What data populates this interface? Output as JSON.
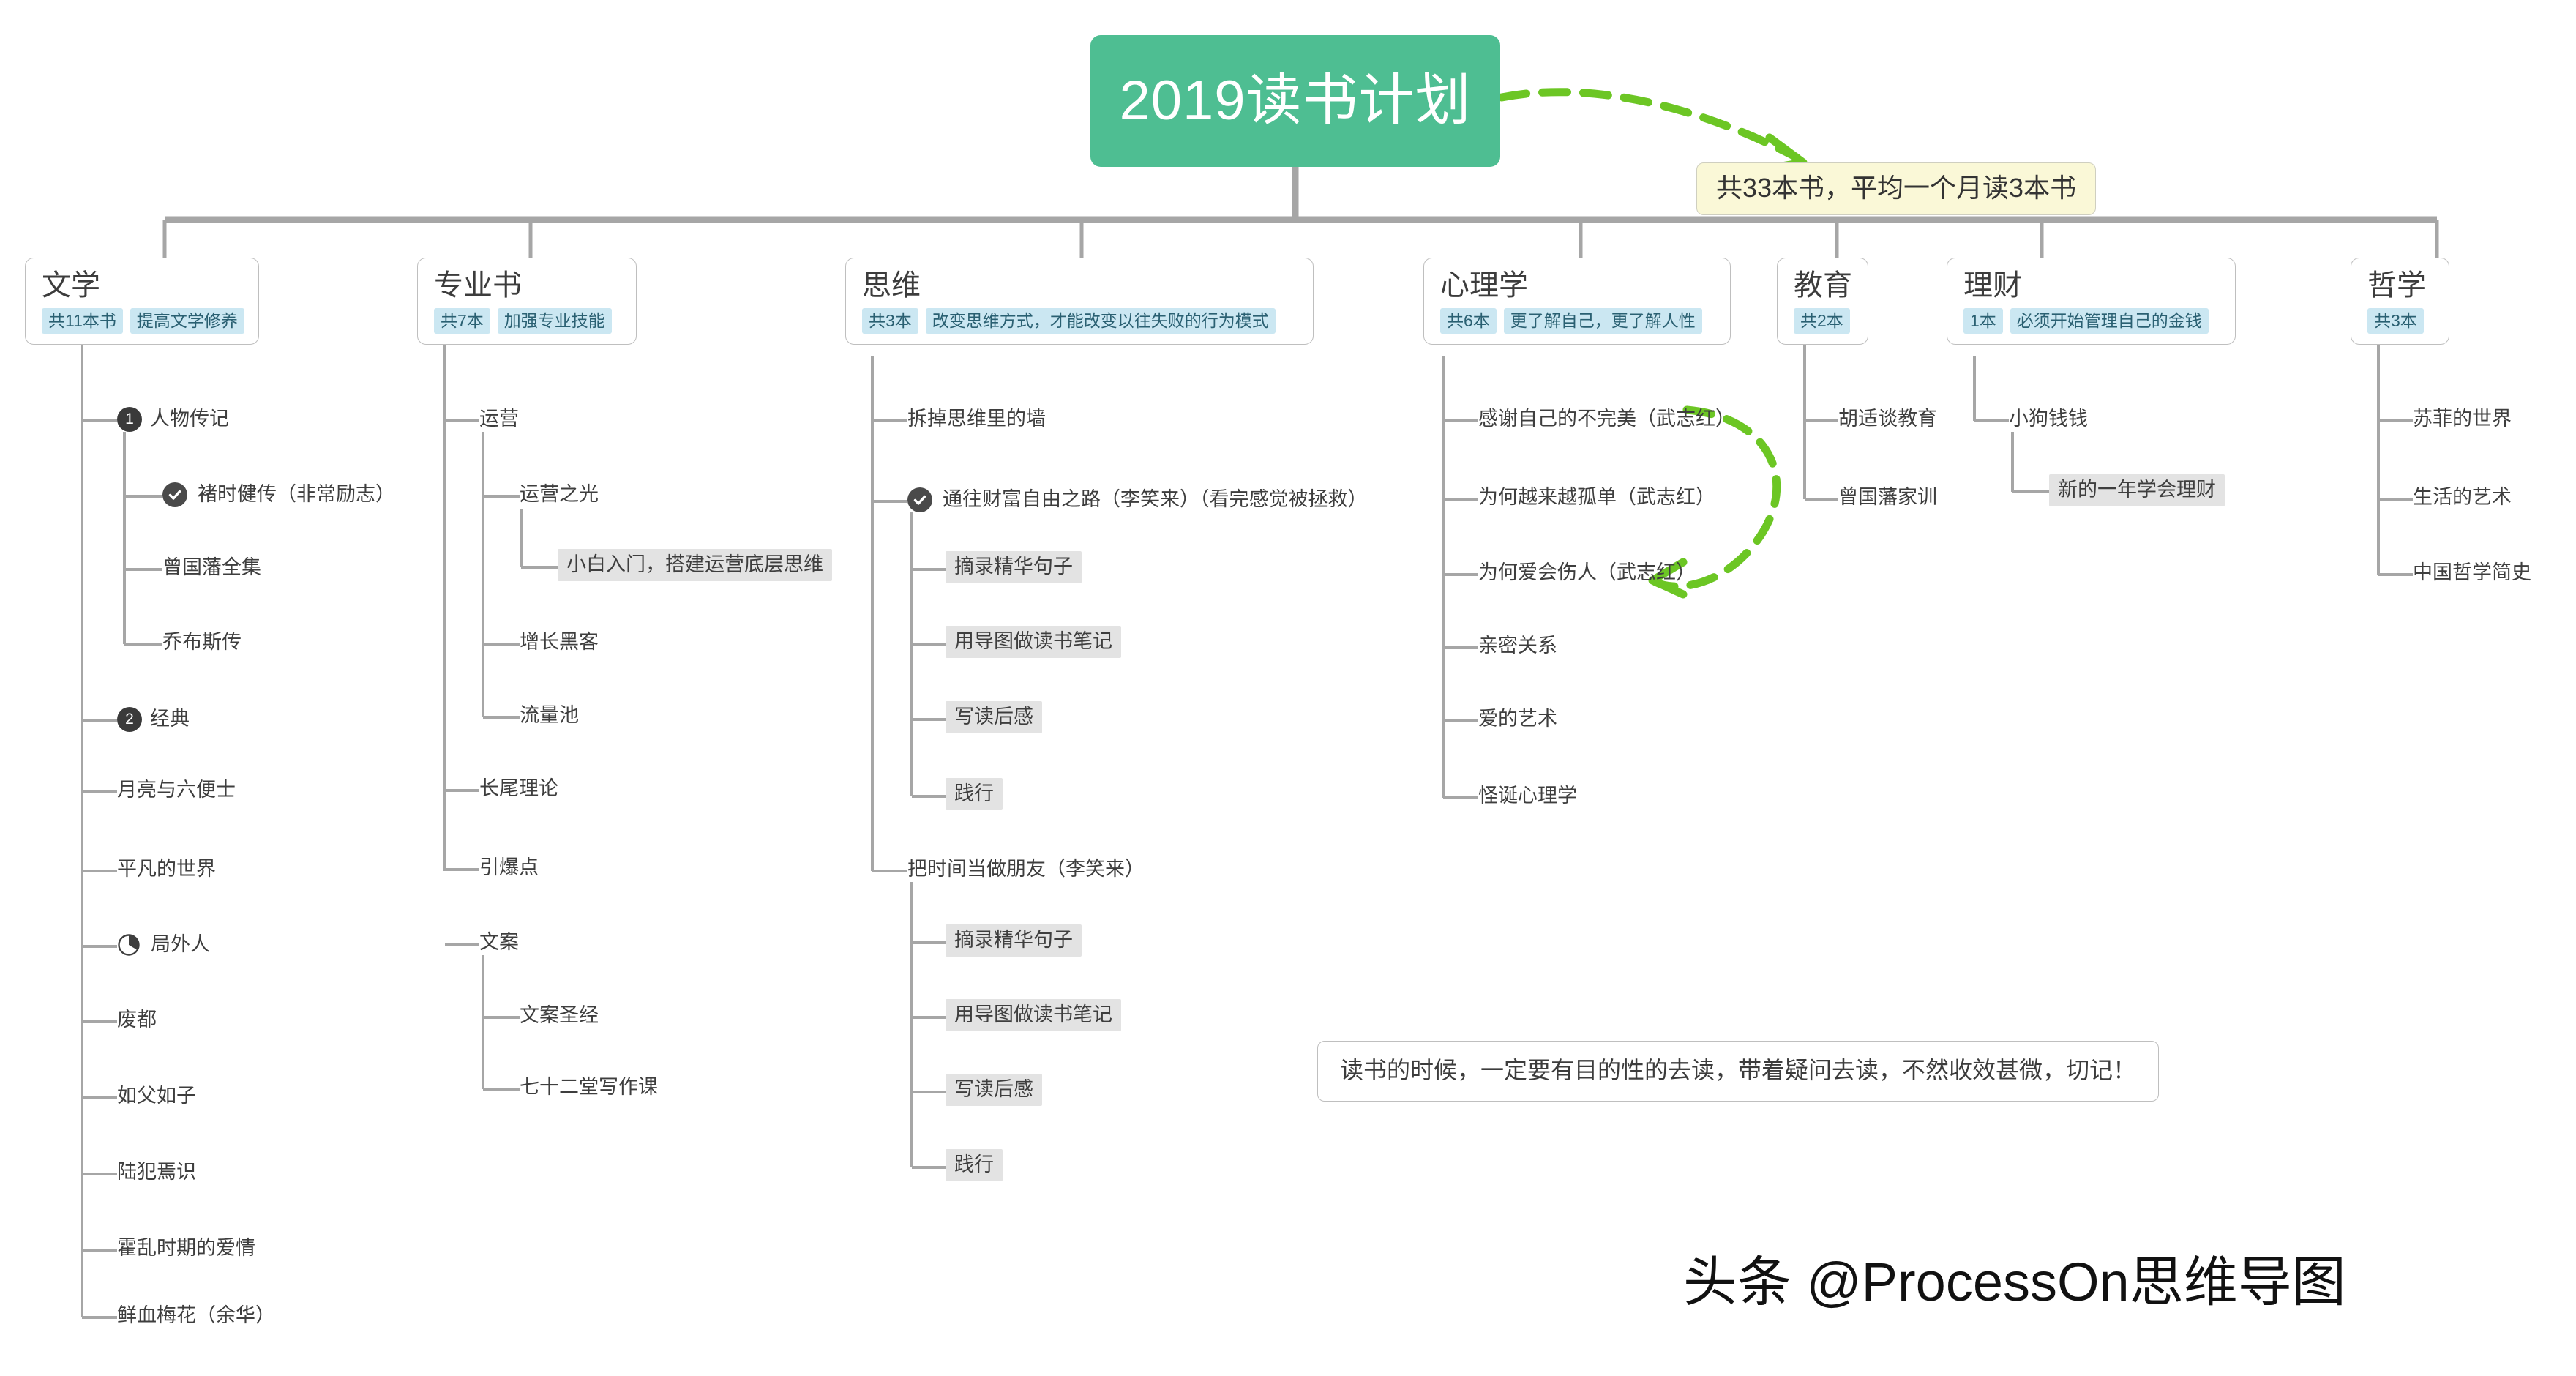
{
  "root": {
    "title": "2019读书计划",
    "color": "#4EBE92"
  },
  "callout": {
    "text": "共33本书，平均一个月读3本书",
    "bg": "#FAF8D7"
  },
  "note": {
    "text": "读书的时候，一定要有目的性的去读，带着疑问去读，不然收效甚微，切记！"
  },
  "watermark": {
    "text": "头条 @ProcessOn思维导图"
  },
  "branches": [
    {
      "title": "文学",
      "tags": [
        "共11本书",
        "提高文学修养"
      ],
      "items": [
        {
          "label": "人物传记",
          "icon": "number-badge-1",
          "badge": "1"
        },
        {
          "label": "褚时健传（非常励志）",
          "icon": "check-icon"
        },
        {
          "label": "曾国藩全集",
          "icon": "none"
        },
        {
          "label": "乔布斯传",
          "icon": "none"
        },
        {
          "label": "经典",
          "icon": "number-badge-2",
          "badge": "2"
        },
        {
          "label": "月亮与六便士",
          "icon": "none"
        },
        {
          "label": "平凡的世界",
          "icon": "none"
        },
        {
          "label": "局外人",
          "icon": "pie-progress-icon"
        },
        {
          "label": "废都",
          "icon": "none"
        },
        {
          "label": "如父如子",
          "icon": "none"
        },
        {
          "label": "陆犯焉识",
          "icon": "none"
        },
        {
          "label": "霍乱时期的爱情",
          "icon": "none"
        },
        {
          "label": "鲜血梅花（余华）",
          "icon": "none"
        }
      ]
    },
    {
      "title": "专业书",
      "tags": [
        "共7本",
        "加强专业技能"
      ],
      "items": [
        {
          "label": "运营",
          "icon": "none"
        },
        {
          "label": "运营之光",
          "icon": "none"
        },
        {
          "label": "小白入门，搭建运营底层思维",
          "icon": "none",
          "chip": true
        },
        {
          "label": "增长黑客",
          "icon": "none"
        },
        {
          "label": "流量池",
          "icon": "none"
        },
        {
          "label": "长尾理论",
          "icon": "none"
        },
        {
          "label": "引爆点",
          "icon": "none"
        },
        {
          "label": "文案",
          "icon": "none"
        },
        {
          "label": "文案圣经",
          "icon": "none"
        },
        {
          "label": "七十二堂写作课",
          "icon": "none"
        }
      ]
    },
    {
      "title": "思维",
      "tags": [
        "共3本",
        "改变思维方式，才能改变以往失败的行为模式"
      ],
      "items": [
        {
          "label": "拆掉思维里的墙",
          "icon": "none"
        },
        {
          "label": "通往财富自由之路（李笑来）（看完感觉被拯救）",
          "icon": "check-icon"
        },
        {
          "label": "摘录精华句子",
          "icon": "none",
          "chip": true
        },
        {
          "label": "用导图做读书笔记",
          "icon": "none",
          "chip": true
        },
        {
          "label": "写读后感",
          "icon": "none",
          "chip": true
        },
        {
          "label": "践行",
          "icon": "none",
          "chip": true
        },
        {
          "label": "把时间当做朋友（李笑来）",
          "icon": "none"
        },
        {
          "label": "摘录精华句子",
          "icon": "none",
          "chip": true
        },
        {
          "label": "用导图做读书笔记",
          "icon": "none",
          "chip": true
        },
        {
          "label": "写读后感",
          "icon": "none",
          "chip": true
        },
        {
          "label": "践行",
          "icon": "none",
          "chip": true
        }
      ]
    },
    {
      "title": "心理学",
      "tags": [
        "共6本",
        "更了解自己，更了解人性"
      ],
      "items": [
        {
          "label": "感谢自己的不完美（武志红）",
          "icon": "none"
        },
        {
          "label": "为何越来越孤单（武志红）",
          "icon": "none"
        },
        {
          "label": "为何爱会伤人（武志红）",
          "icon": "none"
        },
        {
          "label": "亲密关系",
          "icon": "none"
        },
        {
          "label": "爱的艺术",
          "icon": "none"
        },
        {
          "label": "怪诞心理学",
          "icon": "none"
        }
      ]
    },
    {
      "title": "教育",
      "tags": [
        "共2本"
      ],
      "items": [
        {
          "label": "胡适谈教育",
          "icon": "none"
        },
        {
          "label": "曾国藩家训",
          "icon": "none"
        }
      ]
    },
    {
      "title": "理财",
      "tags": [
        "1本",
        "必须开始管理自己的金钱"
      ],
      "items": [
        {
          "label": "小狗钱钱",
          "icon": "none"
        },
        {
          "label": "新的一年学会理财",
          "icon": "none",
          "chip": true
        }
      ]
    },
    {
      "title": "哲学",
      "tags": [
        "共3本"
      ],
      "items": [
        {
          "label": "苏菲的世界",
          "icon": "none"
        },
        {
          "label": "生活的艺术",
          "icon": "none"
        },
        {
          "label": "中国哲学简史",
          "icon": "none"
        }
      ]
    }
  ]
}
